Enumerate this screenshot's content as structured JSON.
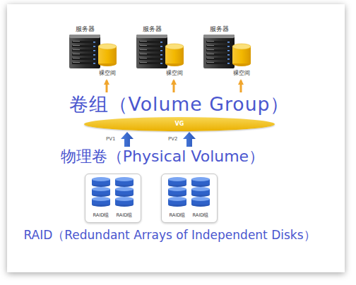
{
  "diagram": {
    "nodes": [
      {
        "text": [
          "服务器",
          "裸空间"
        ]
      },
      {
        "text": [
          "服务器",
          "裸空间"
        ]
      },
      {
        "text": [
          "服务器",
          "裸空间"
        ]
      },
      {
        "text": [
          "卷组（Volume Group）",
          "VG"
        ]
      },
      {
        "text": [
          "RAID组",
          "RAID组"
        ]
      },
      {
        "text": [
          "RAID组",
          "RAID组"
        ]
      }
    ],
    "edges": [
      {
        "from": 3,
        "to": 0,
        "arrow": "to"
      },
      {
        "from": 3,
        "to": 1,
        "arrow": "to"
      },
      {
        "from": 3,
        "to": 2,
        "arrow": "to"
      }
    ],
    "labels": [
      "PV1",
      "PV2",
      "物理卷（Physical Volume）",
      "RAID（Redundant Arrays of Independent Disks）"
    ]
  }
}
